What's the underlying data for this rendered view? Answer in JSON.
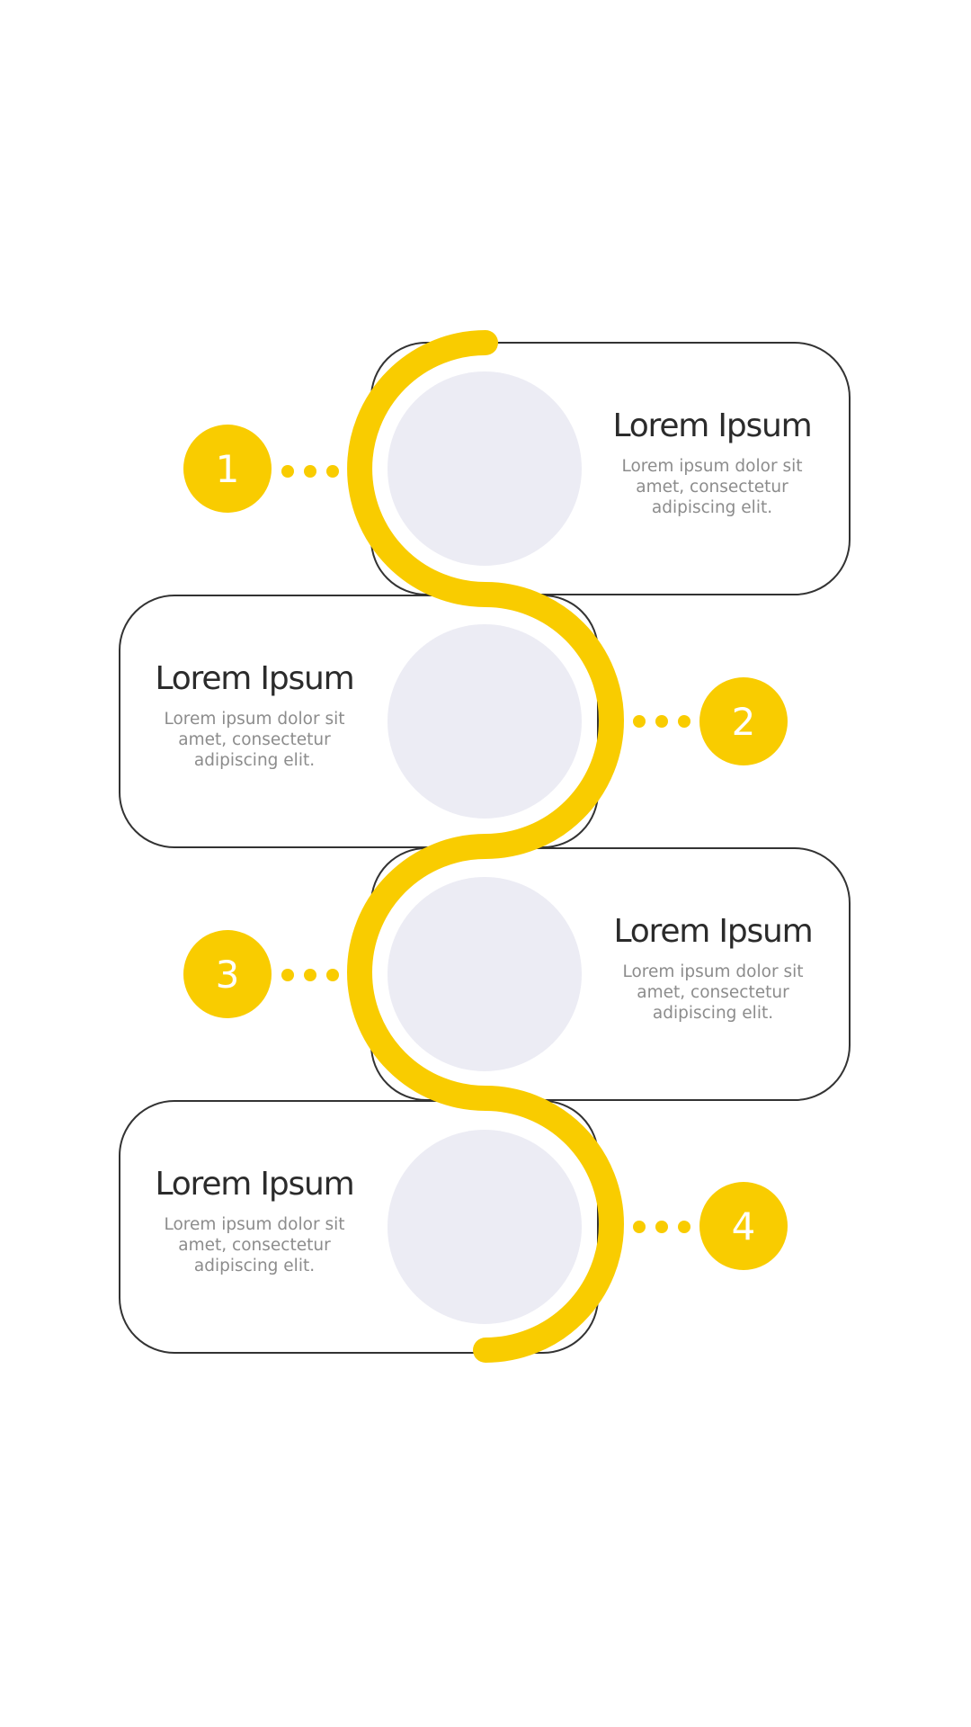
{
  "accent_color": "#f9cc00",
  "photo_placeholder_color": "#ececf4",
  "steps": [
    {
      "number": "1",
      "title": "Lorem Ipsum",
      "description": "Lorem ipsum dolor sit amet, consectetur adipiscing elit."
    },
    {
      "number": "2",
      "title": "Lorem Ipsum",
      "description": "Lorem ipsum dolor sit amet, consectetur adipiscing elit."
    },
    {
      "number": "3",
      "title": "Lorem Ipsum",
      "description": "Lorem ipsum dolor sit amet, consectetur adipiscing elit."
    },
    {
      "number": "4",
      "title": "Lorem Ipsum",
      "description": "Lorem ipsum dolor sit amet, consectetur adipiscing elit."
    }
  ]
}
